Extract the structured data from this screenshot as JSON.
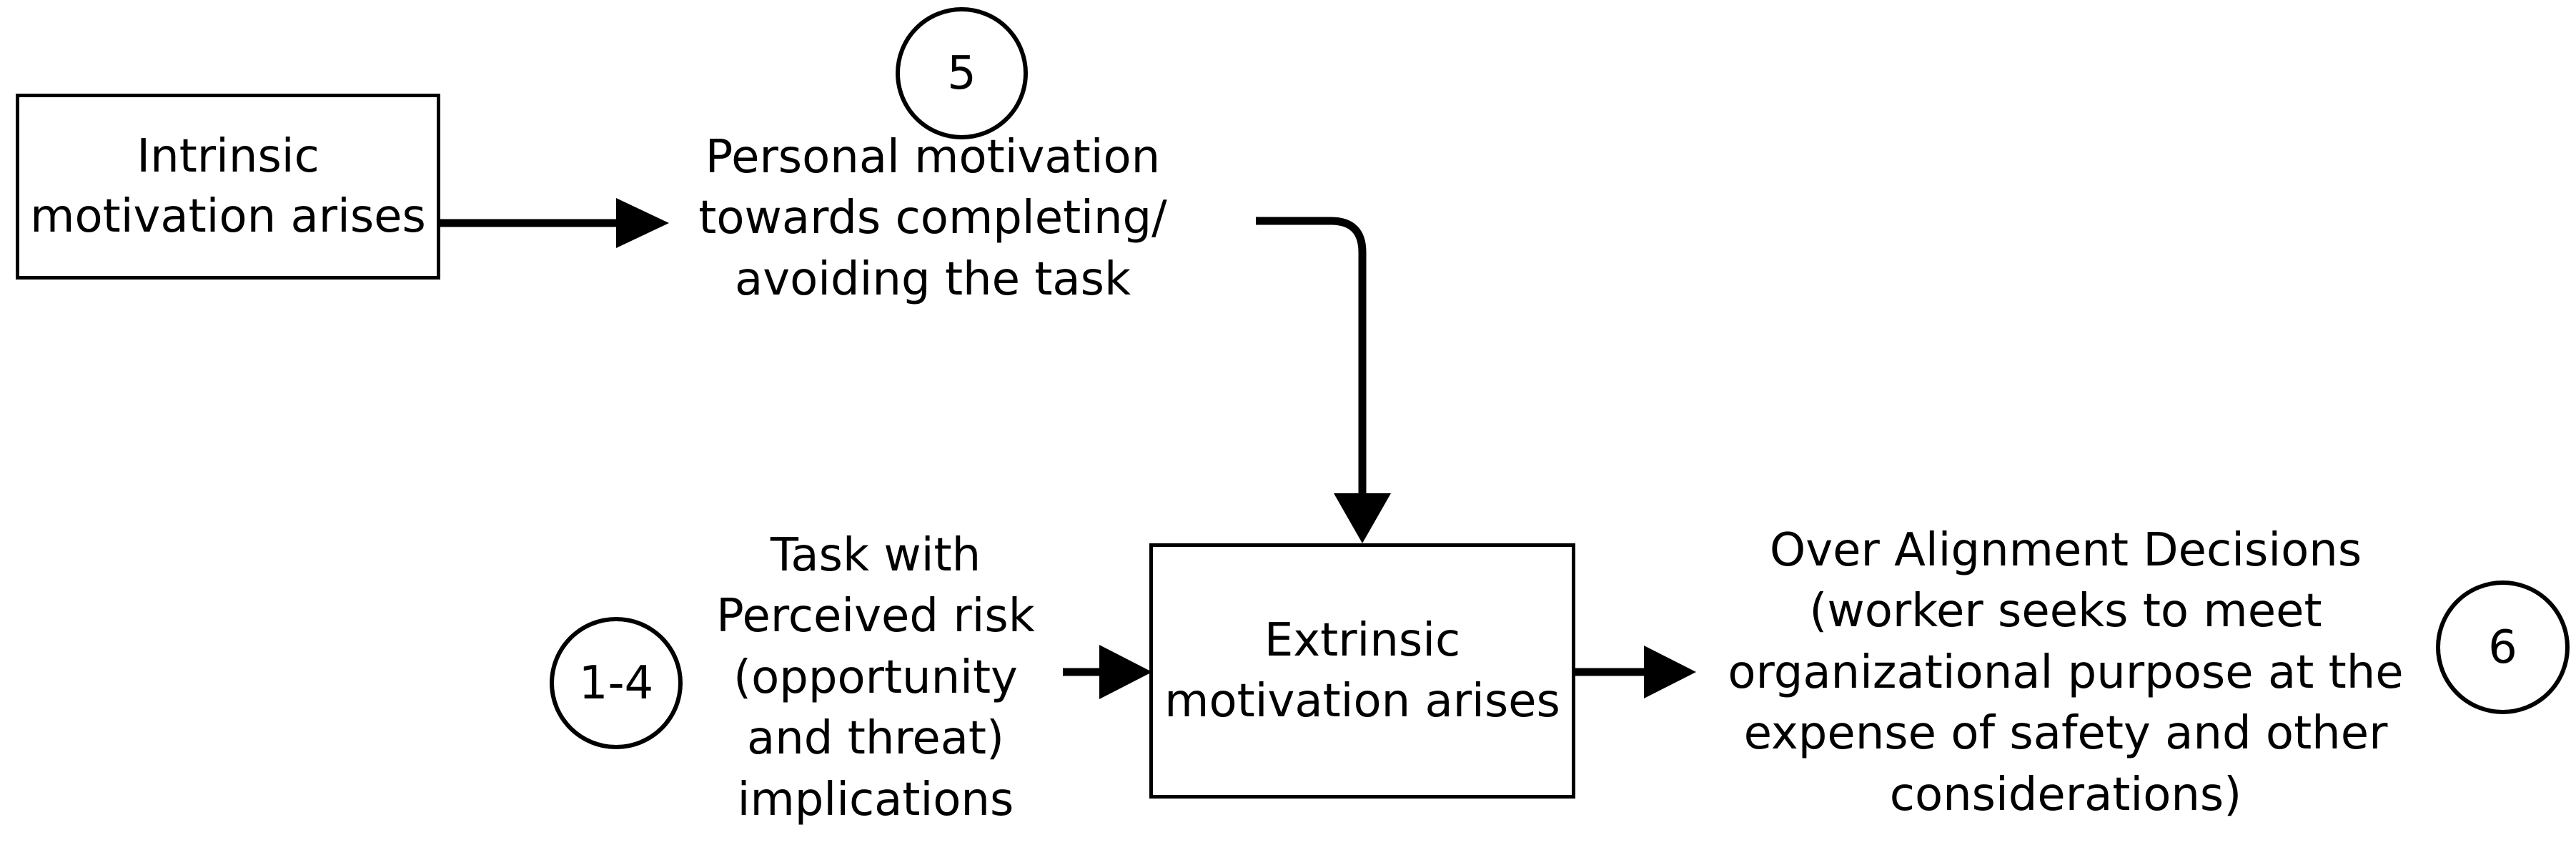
{
  "diagram": {
    "title": "Motivation and Over Alignment Decisions Flow",
    "stroke_color": "#000000",
    "background_color": "#ffffff",
    "nodes": [
      {
        "id": "intrinsic",
        "shape": "rectangle",
        "label": "Intrinsic\nmotivation arises"
      },
      {
        "id": "extrinsic",
        "shape": "rectangle",
        "label": "Extrinsic\nmotivation arises"
      }
    ],
    "texts": [
      {
        "id": "personal-motivation",
        "label": "Personal motivation\ntowards completing/\navoiding the task"
      },
      {
        "id": "task-risk",
        "label": "Task with\nPerceived  risk\n(opportunity\nand threat)\nimplications"
      },
      {
        "id": "over-alignment",
        "label": "Over Alignment Decisions\n(worker seeks to meet\norganizational purpose at the\nexpense of safety and other\nconsiderations)"
      }
    ],
    "markers": [
      {
        "id": "marker-5",
        "label": "5"
      },
      {
        "id": "marker-1-4",
        "label": "1-4"
      },
      {
        "id": "marker-6",
        "label": "6"
      }
    ],
    "connectors": [
      {
        "id": "intrinsic-to-personal",
        "type": "straight-arrow",
        "direction": "right"
      },
      {
        "id": "personal-to-extrinsic",
        "type": "elbow-arrow",
        "direction": "down"
      },
      {
        "id": "task-to-extrinsic",
        "type": "straight-arrow",
        "direction": "right"
      },
      {
        "id": "extrinsic-to-over-alignment",
        "type": "straight-arrow",
        "direction": "right"
      }
    ]
  }
}
